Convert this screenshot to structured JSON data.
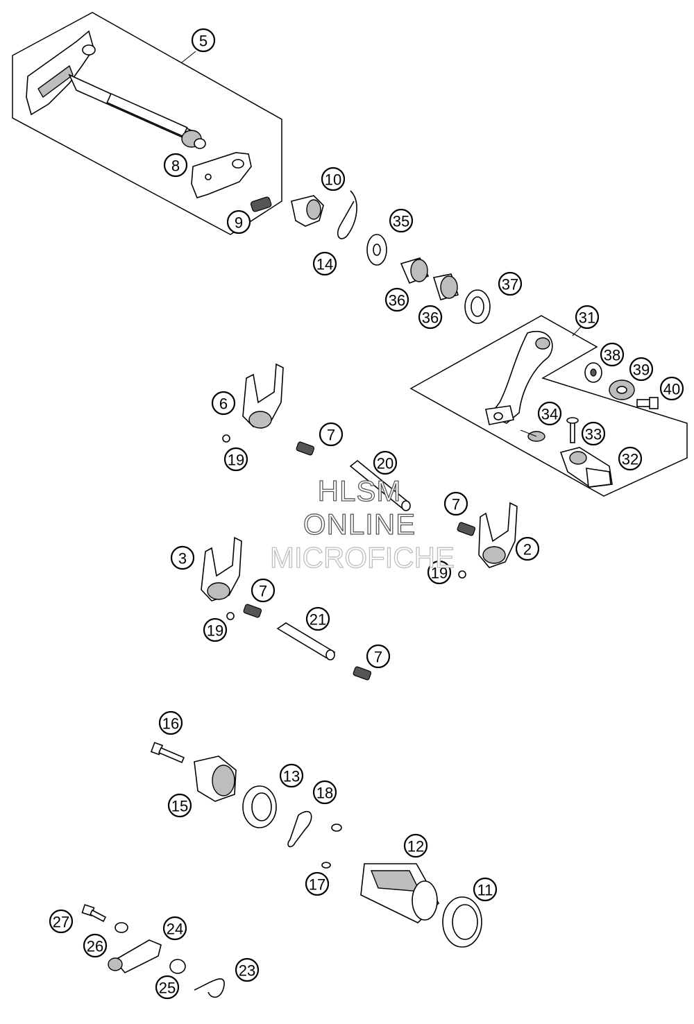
{
  "watermark": {
    "line1": "HLSM",
    "line2": "ONLINE",
    "line3": "MICROFICHE"
  },
  "callouts": {
    "c5": "5",
    "c8": "8",
    "c9": "9",
    "c10": "10",
    "c14": "14",
    "c35": "35",
    "c36a": "36",
    "c36b": "36",
    "c37": "37",
    "c31": "31",
    "c38": "38",
    "c39": "39",
    "c40": "40",
    "c34": "34",
    "c33": "33",
    "c32": "32",
    "c6": "6",
    "c7a": "7",
    "c19a": "19",
    "c20": "20",
    "c7b": "7",
    "c2": "2",
    "c19b": "19",
    "c3": "3",
    "c7c": "7",
    "c19c": "19",
    "c21": "21",
    "c7d": "7",
    "c16": "16",
    "c13": "13",
    "c18": "18",
    "c15": "15",
    "c12": "12",
    "c17": "17",
    "c11": "11",
    "c27": "27",
    "c24": "24",
    "c26": "26",
    "c23": "23",
    "c25": "25"
  }
}
